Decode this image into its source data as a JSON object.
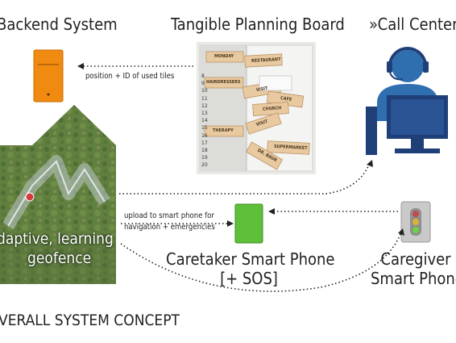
{
  "headings": {
    "backend": "Backend System",
    "board": "Tangible Planning Board",
    "callcenter": "»Call Center«"
  },
  "edges": {
    "backend_label": "position + ID of used tiles",
    "upload_line1": "upload to smart phone for",
    "upload_line2": "navigation + emergencies"
  },
  "map": {
    "line1": "daptive, learning",
    "line2": "geofence"
  },
  "caretaker": {
    "line1": "Caretaker Smart Phone",
    "line2": "[+ SOS]"
  },
  "caregiver": {
    "line1": "Caregiver",
    "line2": "Smart Phone"
  },
  "footer": "VERALL SYSTEM CONCEPT",
  "board": {
    "row_numbers": [
      "8",
      "9",
      "10",
      "11",
      "12",
      "13",
      "14",
      "15",
      "16",
      "17",
      "18",
      "19",
      "20"
    ],
    "tiles": [
      "MONDAY",
      "RESTAURANT",
      "HAIRDRESSERS",
      "VISIT",
      "CAFE",
      "CHURCH",
      "VISIT",
      "THERAPY",
      "SUPERMARKET",
      "DR. BAUR"
    ]
  },
  "colors": {
    "backend": "#f08a10",
    "caretaker": "#5dbf3a",
    "agent": "#2f6fb0",
    "monitor": "#1f3f78",
    "tile": "#e9c9a0"
  }
}
